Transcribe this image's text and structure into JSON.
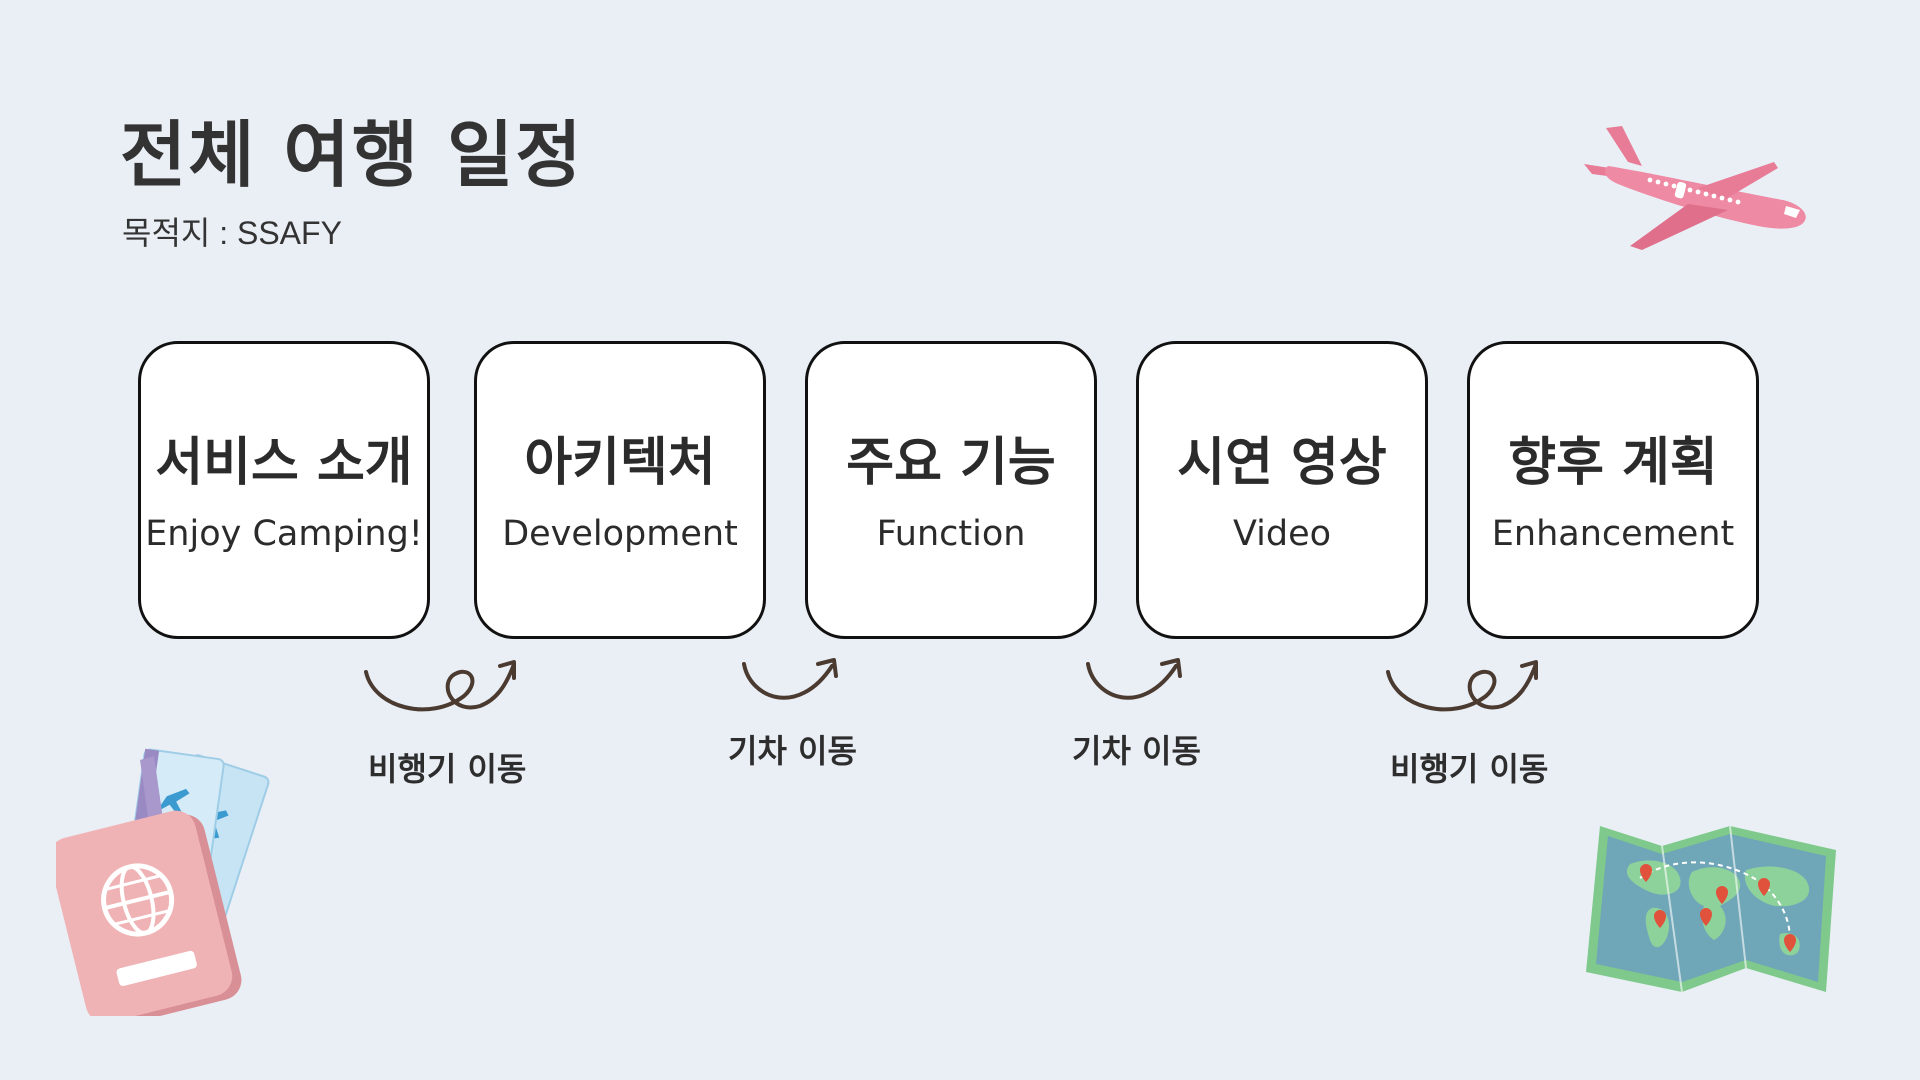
{
  "header": {
    "title": "전체 여행 일정",
    "subtitle": "목적지 : SSAFY"
  },
  "steps": [
    {
      "ko": "서비스 소개",
      "en": "Enjoy Camping!"
    },
    {
      "ko": "아키텍처",
      "en": "Development"
    },
    {
      "ko": "주요 기능",
      "en": "Function"
    },
    {
      "ko": "시연 영상",
      "en": "Video"
    },
    {
      "ko": "향후 계획",
      "en": "Enhancement"
    }
  ],
  "transitions": [
    {
      "label": "비행기 이동"
    },
    {
      "label": "기차 이동"
    },
    {
      "label": "기차 이동"
    },
    {
      "label": "비행기 이동"
    }
  ],
  "decorations": {
    "plane": "airplane-icon",
    "passport": "passport-tickets-icon",
    "map": "world-map-icon"
  },
  "colors": {
    "background": "#eaeff6",
    "plane": "#e9829c",
    "passport": "#e9a3a7",
    "map_land": "#7dc48a",
    "map_water": "#6fa6b8",
    "arrow": "#4a3a30"
  }
}
